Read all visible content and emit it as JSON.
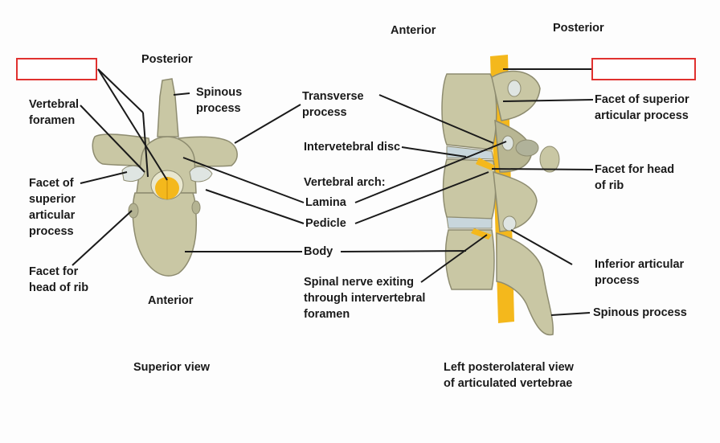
{
  "labels": {
    "anterior_top": "Anterior",
    "posterior_top": "Posterior",
    "posterior_left": "Posterior",
    "spinous_process_1": "Spinous",
    "spinous_process_2": "process",
    "vertebral_foramen_1": "Vertebral",
    "vertebral_foramen_2": "foramen",
    "facet_superior_left_1": "Facet of",
    "facet_superior_left_2": "superior",
    "facet_superior_left_3": "articular",
    "facet_superior_left_4": "process",
    "facet_head_rib_left_1": "Facet for",
    "facet_head_rib_left_2": "head of rib",
    "anterior_left": "Anterior",
    "superior_view": "Superior view",
    "transverse_process_1": "Transverse",
    "transverse_process_2": "process",
    "intervertebral_disc": "Intervetebral disc",
    "vertebral_arch": "Vertebral arch:",
    "lamina": "Lamina",
    "pedicle": "Pedicle",
    "body": "Body",
    "spinal_nerve_1": "Spinal nerve exiting",
    "spinal_nerve_2": "through intervertebral",
    "spinal_nerve_3": "foramen",
    "facet_superior_right_1": "Facet of superior",
    "facet_superior_right_2": "articular process",
    "facet_head_rib_right_1": "Facet for head",
    "facet_head_rib_right_2": "of rib",
    "inferior_articular_1": "Inferior articular",
    "inferior_articular_2": "process",
    "spinous_process_right": "Spinous process",
    "left_posterolateral_1": "Left posterolateral view",
    "left_posterolateral_2": "of articulated vertebrae"
  },
  "colors": {
    "bone": "#c9c7a4",
    "bone_dark": "#8e8c70",
    "spinal_cord": "#f4b81c",
    "disc": "#c8d6dc",
    "blank_border": "#e0312f"
  }
}
